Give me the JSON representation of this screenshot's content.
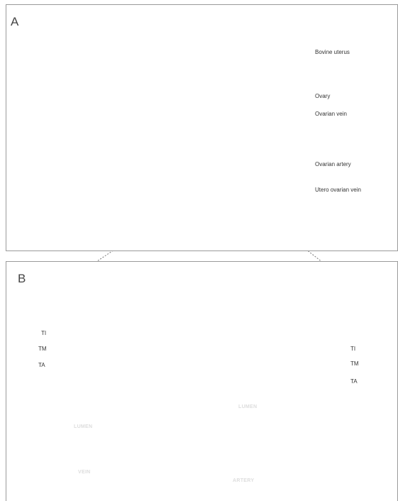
{
  "panel_a": {
    "letter": "A",
    "labels": {
      "bovine_uterus": "Bovine uterus",
      "ovary": "Ovary",
      "ovarian_vein": "Ovarian vein",
      "ovarian_artery": "Ovarian artery",
      "utero_ovarian_vein": "Utero ovarian vein"
    }
  },
  "panel_b": {
    "letter": "B",
    "left_labels": [
      "TI",
      "TM",
      "TA"
    ],
    "right_labels": [
      "TI",
      "TM",
      "TA"
    ],
    "lumen_vein": "LUMEN",
    "lumen_artery": "LUMEN",
    "vein": "VEIN",
    "artery": "ARTERY"
  },
  "colors": {
    "uterus": "#c8c8c8",
    "vessel": "#2a2a2a",
    "tissue": "#8a8a8a",
    "border": "#9a9a9a"
  }
}
